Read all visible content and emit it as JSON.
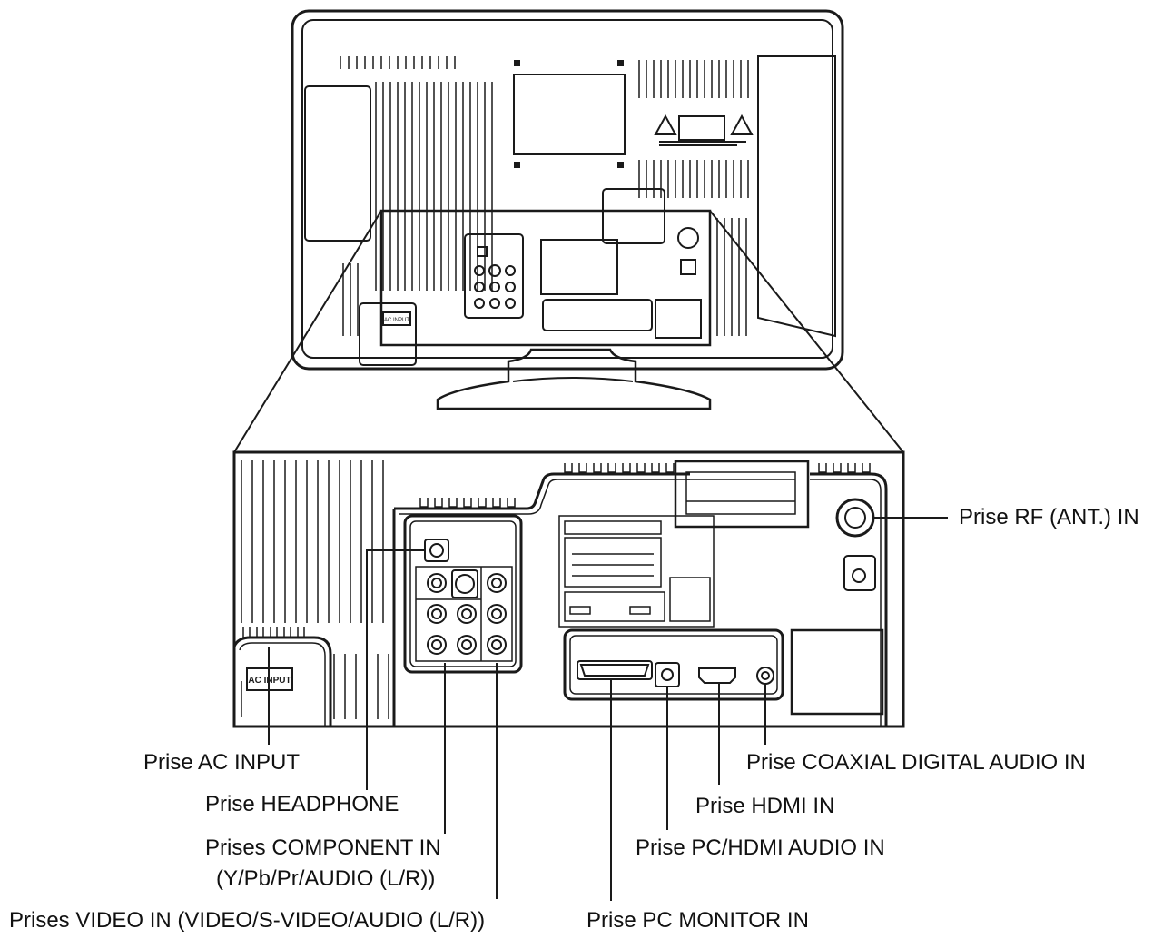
{
  "colors": {
    "line": "#1a1a1a",
    "fill": "#ffffff",
    "background": "#ffffff"
  },
  "labels": {
    "rf_in": "Prise RF (ANT.) IN",
    "ac_input": "Prise AC INPUT",
    "headphone": "Prise HEADPHONE",
    "component_in": "Prises COMPONENT IN",
    "component_in_sub": "(Y/Pb/Pr/AUDIO (L/R))",
    "video_in": "Prises VIDEO IN (VIDEO/S-VIDEO/AUDIO (L/R))",
    "coaxial_digital_audio_in": "Prise COAXIAL DIGITAL AUDIO IN",
    "hdmi_in": "Prise HDMI IN",
    "pc_hdmi_audio_in": "Prise PC/HDMI AUDIO IN",
    "pc_monitor_in": "Prise PC MONITOR IN"
  },
  "panel_text": {
    "ac_plate": "AC INPUT",
    "ac_plate_small": "AC INPUT"
  }
}
